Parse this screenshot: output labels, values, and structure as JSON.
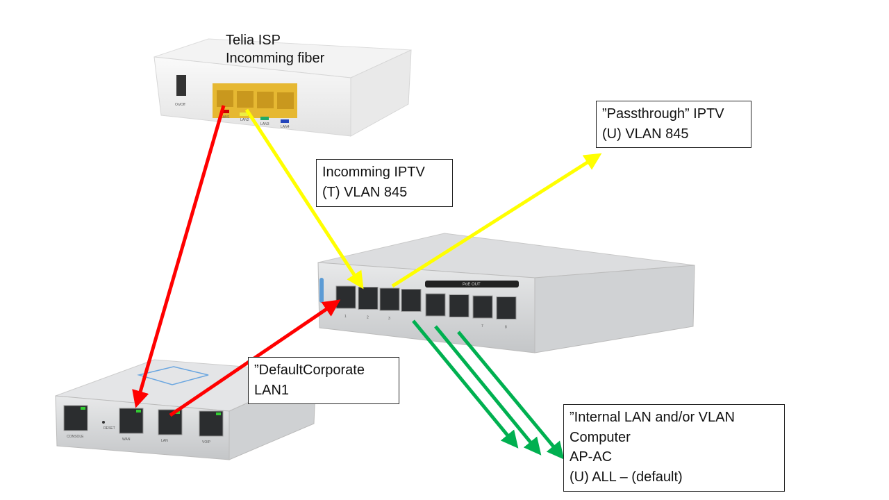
{
  "isp_router": {
    "label_lines": [
      "Telia ISP",
      "Incomming fiber"
    ],
    "port_labels": [
      "LAN1",
      "LAN2",
      "LAN3",
      "LAN4"
    ],
    "switch_label": "On/Off"
  },
  "switch": {
    "port_labels": [
      "1",
      "2",
      "3",
      "",
      "",
      "",
      "7",
      "8"
    ],
    "poe_label": "PoE OUT"
  },
  "gateway": {
    "port_labels": [
      "CONSOLE",
      "RESET",
      "WAN",
      "LAN",
      "VOIP"
    ]
  },
  "callouts": {
    "incoming_iptv": [
      "Incomming IPTV",
      "(T) VLAN 845"
    ],
    "passthrough_iptv": [
      "”Passthrough” IPTV",
      "(U) VLAN 845"
    ],
    "default_corporate": [
      "”DefaultCorporate",
      "LAN1"
    ],
    "internal_lan": [
      "”Internal LAN and/or VLAN",
      "Computer",
      "AP-AC",
      "(U) ALL – (default)"
    ]
  },
  "colors": {
    "red_link": "#ff0000",
    "yellow_link": "#ffff00",
    "green_link": "#00b050",
    "router_port": "#e6b832"
  }
}
